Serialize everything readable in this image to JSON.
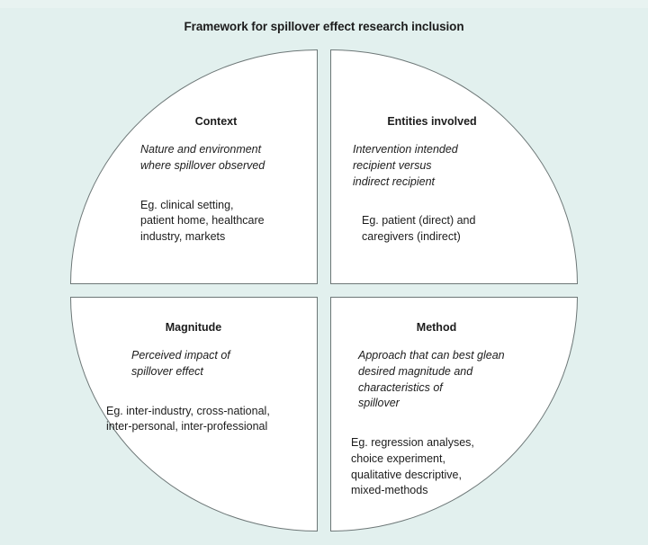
{
  "figure": {
    "title": "Framework for spillover effect research inclusion",
    "background_color": "#e2f0ee",
    "quadrant_fill_color": "#ffffff",
    "quadrant_border_color": "#6d7777",
    "text_color": "#1c1c1c",
    "shape": "circle divided into four quarter-disc quadrants"
  },
  "quadrants": [
    {
      "position": "top-left",
      "heading": "Context",
      "definition": "Nature and environment\nwhere spillover observed",
      "examples": "Eg. clinical setting,\npatient home, healthcare\nindustry, markets"
    },
    {
      "position": "top-right",
      "heading": "Entities involved",
      "definition": "Intervention intended\nrecipient versus\nindirect recipient",
      "examples": "Eg. patient (direct) and\ncaregivers (indirect)"
    },
    {
      "position": "bottom-left",
      "heading": "Magnitude",
      "definition": "Perceived impact of\nspillover effect",
      "examples": "Eg. inter-industry, cross-national,\ninter-personal, inter-professional"
    },
    {
      "position": "bottom-right",
      "heading": "Method",
      "definition": "Approach that can best glean\ndesired magnitude and\ncharacteristics of\nspillover",
      "examples": "Eg. regression analyses,\nchoice experiment,\nqualitative descriptive,\nmixed-methods"
    }
  ]
}
